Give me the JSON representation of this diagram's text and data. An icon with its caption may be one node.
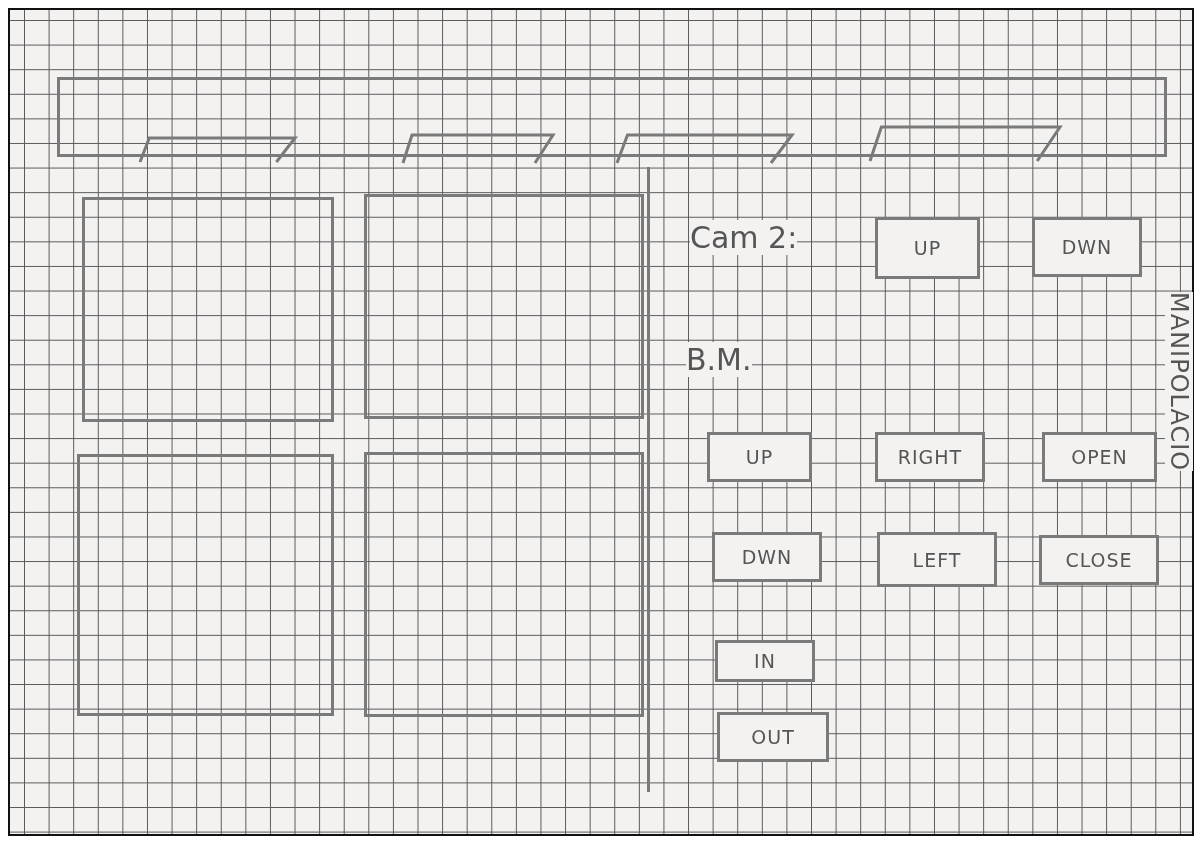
{
  "diagram": {
    "nodes": [
      {
        "text": [],
        "shape": "box"
      },
      {
        "text": [],
        "shape": "trapezoid",
        "in": 0
      },
      {
        "text": [],
        "shape": "trapezoid",
        "in": 0
      },
      {
        "text": [],
        "shape": "trapezoid",
        "in": 0
      },
      {
        "text": [],
        "shape": "trapezoid",
        "in": 0
      },
      {
        "text": [],
        "shape": "box"
      },
      {
        "text": [],
        "shape": "box"
      },
      {
        "text": [],
        "shape": "box"
      },
      {
        "text": [],
        "shape": "box"
      },
      {
        "text": [
          "UP"
        ]
      },
      {
        "text": [
          "DWN"
        ]
      },
      {
        "text": [
          "UP"
        ]
      },
      {
        "text": [
          "RIGHT"
        ]
      },
      {
        "text": [
          "OPEN"
        ]
      },
      {
        "text": [
          "DWN"
        ]
      },
      {
        "text": [
          "LEFT"
        ]
      },
      {
        "text": [
          "CLOSE"
        ]
      },
      {
        "text": [
          "IN"
        ]
      },
      {
        "text": [
          "OUT"
        ]
      }
    ],
    "edges": [],
    "labels": [
      "Cam 2:",
      "B.M.",
      "MANIPOLACIO"
    ]
  }
}
